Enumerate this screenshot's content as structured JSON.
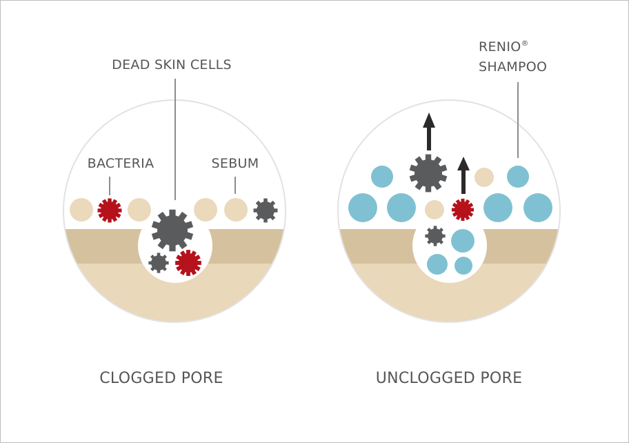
{
  "labels": {
    "dead_skin_cells": "DEAD SKIN CELLS",
    "bacteria": "BACTERIA",
    "sebum": "SEBUM",
    "renio_line1": "RENIO",
    "renio_registered": "®",
    "renio_line2": "SHAMPOO",
    "clogged_caption": "CLOGGED PORE",
    "unclogged_caption": "UNCLOGGED PORE"
  },
  "colors": {
    "background": "#ffffff",
    "circle_outline": "#e2e2e2",
    "skin_dark": "#d6c19f",
    "skin_light": "#e9d8b9",
    "dead_skin_cell": "#ebd9bb",
    "bacteria": "#b5121b",
    "sebum": "#5a5b5d",
    "shampoo": "#7fc1d2",
    "arrow": "#2a2a2a",
    "text": "#555555",
    "leader_line": "#8c8c8c"
  },
  "icons": {
    "bacteria": "virus-gear-icon",
    "sebum": "gear-blob-icon",
    "dead_skin_cell": "circle-icon",
    "shampoo": "circle-icon",
    "movement": "arrow-up-icon"
  }
}
